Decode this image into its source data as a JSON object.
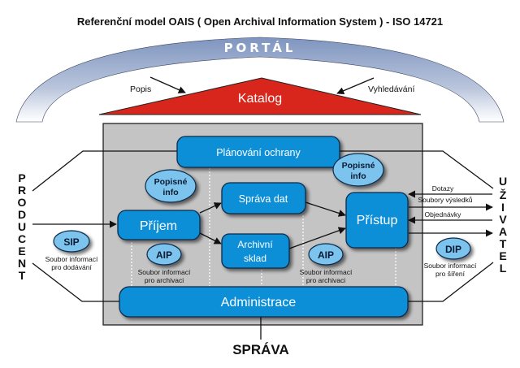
{
  "title": "Referenční model OAIS ( Open Archival Information System ) - ISO 14721",
  "portal": {
    "label": "PORTÁL"
  },
  "catalog": {
    "label": "Katalog",
    "input_label": "Popis",
    "search_label": "Vyhledávání"
  },
  "producer": {
    "letters": [
      "P",
      "R",
      "O",
      "D",
      "U",
      "C",
      "E",
      "N",
      "T"
    ]
  },
  "user": {
    "letters": [
      "U",
      "Ž",
      "I",
      "V",
      "A",
      "T",
      "E",
      "L"
    ]
  },
  "management": {
    "label": "SPRÁVA"
  },
  "functions": {
    "preservation_planning": "Plánování ochrany",
    "ingest": "Příjem",
    "data_management": "Správa dat",
    "archival_storage_line1": "Archivní",
    "archival_storage_line2": "sklad",
    "access": "Přístup",
    "administration": "Administrace"
  },
  "packages": {
    "descriptive_left": {
      "line1": "Popisné",
      "line2": "info"
    },
    "descriptive_right": {
      "line1": "Popisné",
      "line2": "info"
    },
    "sip": {
      "label": "SIP",
      "desc1": "Soubor informací",
      "desc2": "pro dodávání"
    },
    "aip_left": {
      "label": "AIP",
      "desc1": "Soubor informací",
      "desc2": "pro archivaci"
    },
    "aip_right": {
      "label": "AIP",
      "desc1": "Soubor informací",
      "desc2": "pro archivaci"
    },
    "dip": {
      "label": "DIP",
      "desc1": "Soubor informací",
      "desc2": "pro šíření"
    }
  },
  "user_flows": {
    "queries": "Dotazy",
    "result_sets": "Soubory výsledků",
    "orders": "Objednávky"
  },
  "colors": {
    "function_box": "#0a8fd8",
    "package_ellipse": "#7cc4ee",
    "catalog": "#d9261c",
    "archive_panel": "#c4c4c4",
    "portal_arc": "#8ea3c8"
  }
}
